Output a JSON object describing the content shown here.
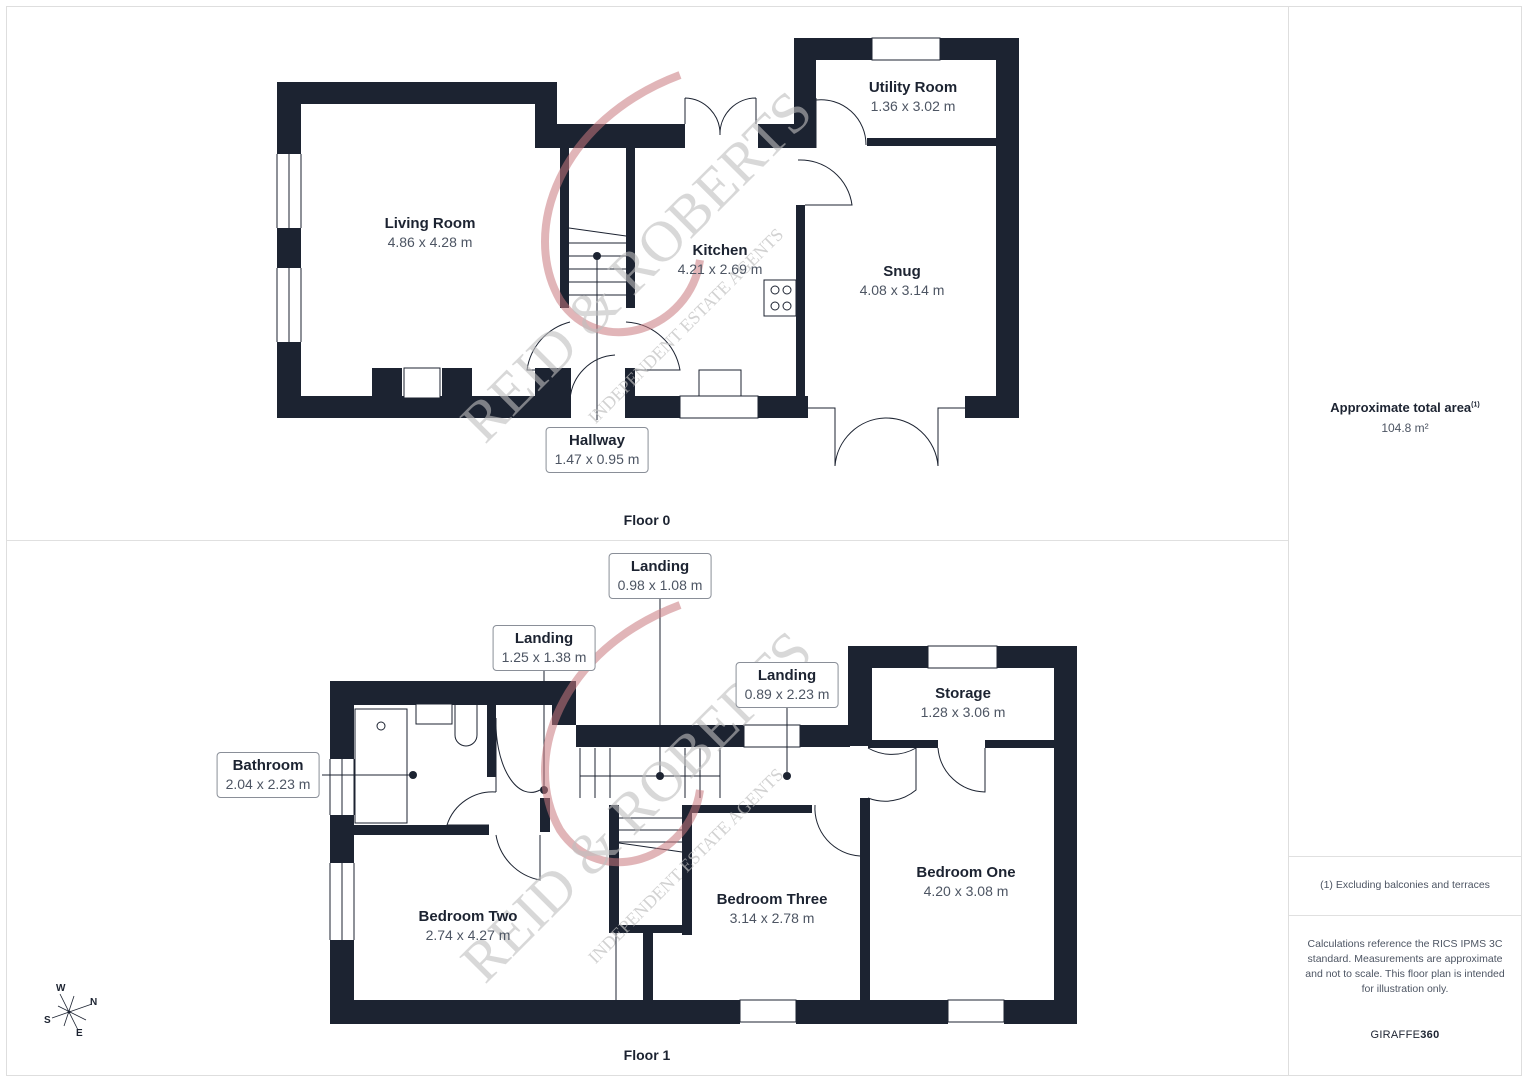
{
  "floors": [
    {
      "title": "Floor 0",
      "rooms": [
        {
          "name": "Living Room",
          "dims": "4.86 x 4.28 m"
        },
        {
          "name": "Kitchen",
          "dims": "4.21 x 2.69 m"
        },
        {
          "name": "Utility Room",
          "dims": "1.36 x 3.02 m"
        },
        {
          "name": "Snug",
          "dims": "4.08 x 3.14 m"
        }
      ],
      "callouts": [
        {
          "name": "Hallway",
          "dims": "1.47 x 0.95 m"
        }
      ]
    },
    {
      "title": "Floor 1",
      "rooms": [
        {
          "name": "Storage",
          "dims": "1.28 x 3.06 m"
        },
        {
          "name": "Bedroom Two",
          "dims": "2.74 x 4.27 m"
        },
        {
          "name": "Bedroom Three",
          "dims": "3.14 x 2.78 m"
        },
        {
          "name": "Bedroom One",
          "dims": "4.20 x 3.08 m"
        }
      ],
      "callouts": [
        {
          "name": "Landing",
          "dims": "0.98 x 1.08 m"
        },
        {
          "name": "Landing",
          "dims": "1.25 x 1.38 m"
        },
        {
          "name": "Landing",
          "dims": "0.89 x 2.23 m"
        },
        {
          "name": "Bathroom",
          "dims": "2.04 x 2.23 m"
        }
      ]
    }
  ],
  "sidebar": {
    "area_title": "Approximate total area",
    "area_footnote_mark": "(1)",
    "area_value": "104.8 m²",
    "footnote": "(1) Excluding balconies and terraces",
    "disclaimer": "Calculations reference the RICS IPMS 3C standard. Measurements are approximate and not to scale. This floor plan is intended for illustration only.",
    "brand_light": "GIRAFFE",
    "brand_bold": "360"
  },
  "compass": {
    "w": "W",
    "n": "N",
    "s": "S",
    "e": "E"
  },
  "watermark": {
    "brand": "REID & ROBERTS",
    "tagline": "INDEPENDENT ESTATE AGENTS",
    "color": "#c9787d"
  },
  "colors": {
    "wall": "#1c2331",
    "border": "#dedede",
    "text_dim": "#4d5563"
  }
}
